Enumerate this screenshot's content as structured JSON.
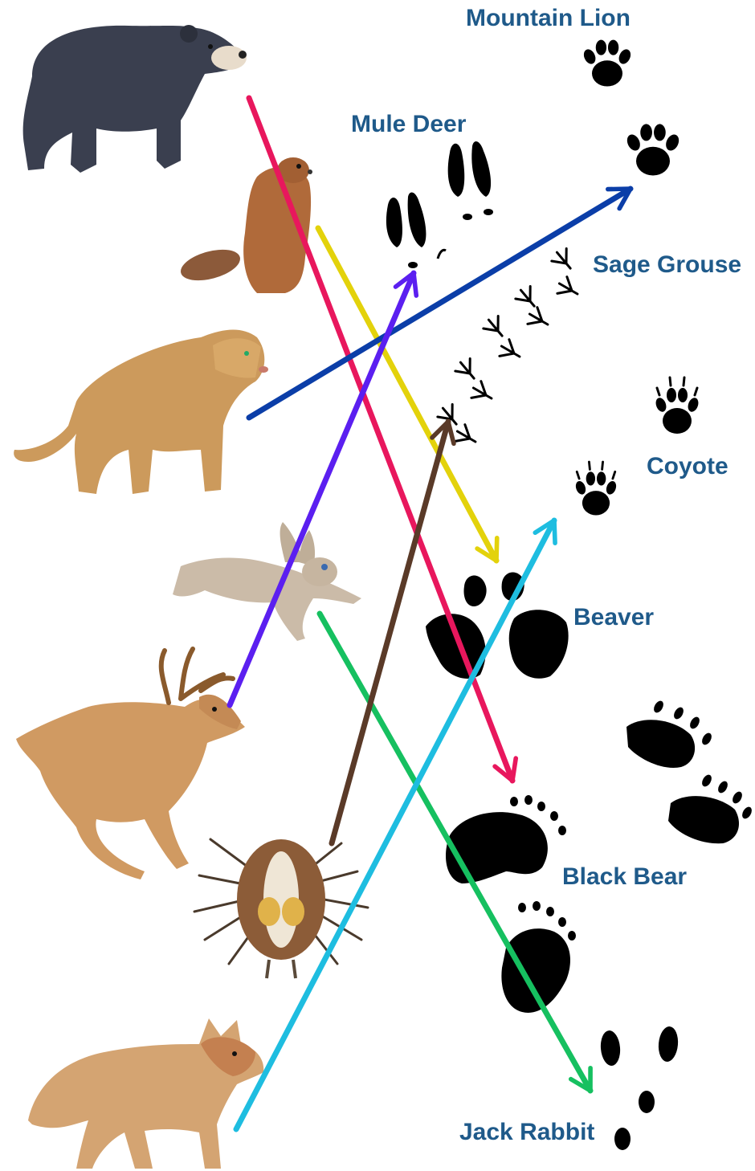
{
  "labels": {
    "mountain_lion": "Mountain Lion",
    "mule_deer": "Mule Deer",
    "sage_grouse": "Sage Grouse",
    "coyote": "Coyote",
    "beaver": "Beaver",
    "black_bear": "Black Bear",
    "jack_rabbit": "Jack Rabbit"
  },
  "animals": [
    "black-bear",
    "beaver",
    "mountain-lion",
    "jack-rabbit",
    "mule-deer",
    "sage-grouse",
    "coyote"
  ],
  "matches": [
    {
      "from": "black-bear",
      "to": "black-bear-tracks",
      "color": "#e8175d"
    },
    {
      "from": "beaver",
      "to": "beaver-tracks",
      "color": "#e3d20b"
    },
    {
      "from": "mountain-lion",
      "to": "mountain-lion-tracks",
      "color": "#0b3ea8"
    },
    {
      "from": "jack-rabbit",
      "to": "jack-rabbit-tracks",
      "color": "#16c060"
    },
    {
      "from": "mule-deer",
      "to": "mule-deer-tracks",
      "color": "#5b1ff0"
    },
    {
      "from": "sage-grouse",
      "to": "sage-grouse-tracks",
      "color": "#5a3a28"
    },
    {
      "from": "coyote",
      "to": "coyote-tracks",
      "color": "#1ebde0"
    }
  ],
  "colors": {
    "label_text": "#1f5a8a",
    "track_ink": "#000000"
  }
}
